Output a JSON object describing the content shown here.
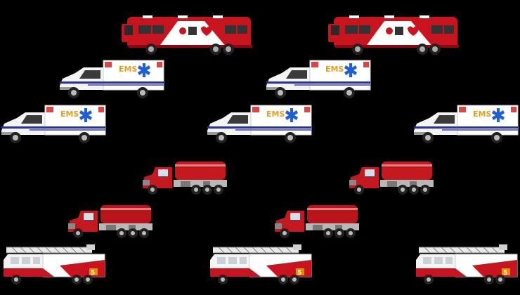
{
  "colors": {
    "background": "#000000",
    "bus_red": "#c8141e",
    "ambulance_stripe": "#2b2f9c",
    "ems_text": "#e0a020",
    "star_of_life": "#1f5fd6",
    "tanker_red": "#c41a1f",
    "ladder_red": "#c8141e",
    "chrome": "#b8b8b8"
  },
  "sprites": {
    "bus": {
      "icon": "blood-donation-bus-icon"
    },
    "ambulance": {
      "icon": "ems-ambulance-icon",
      "label": "EMS"
    },
    "tanker": {
      "icon": "fire-tanker-truck-icon"
    },
    "ladder": {
      "icon": "fire-ladder-truck-icon",
      "number": "5"
    }
  },
  "rows": [
    {
      "row": "row-1",
      "type": "bus",
      "count": 2
    },
    {
      "row": "row-2",
      "type": "ambulance",
      "count": 2
    },
    {
      "row": "row-3",
      "type": "ambulance",
      "count": 3
    },
    {
      "row": "row-4",
      "type": "tanker",
      "count": 2
    },
    {
      "row": "row-5",
      "type": "tanker",
      "count": 2
    },
    {
      "row": "row-6",
      "type": "ladder",
      "count": 3
    }
  ]
}
